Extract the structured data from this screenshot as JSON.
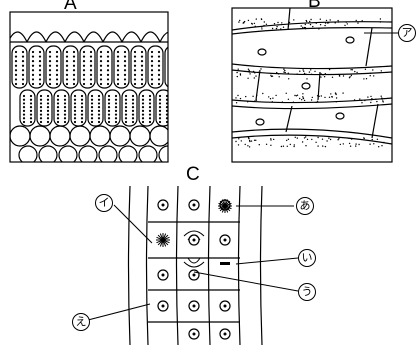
{
  "panels": {
    "a": {
      "letter": "A"
    },
    "b": {
      "letter": "B"
    },
    "c": {
      "letter": "C"
    }
  },
  "callouts": {
    "a_kana": "ア",
    "i_kana": "イ",
    "e_hira": "え",
    "a_hira": "あ",
    "i_hira": "い",
    "u_hira": "う"
  }
}
